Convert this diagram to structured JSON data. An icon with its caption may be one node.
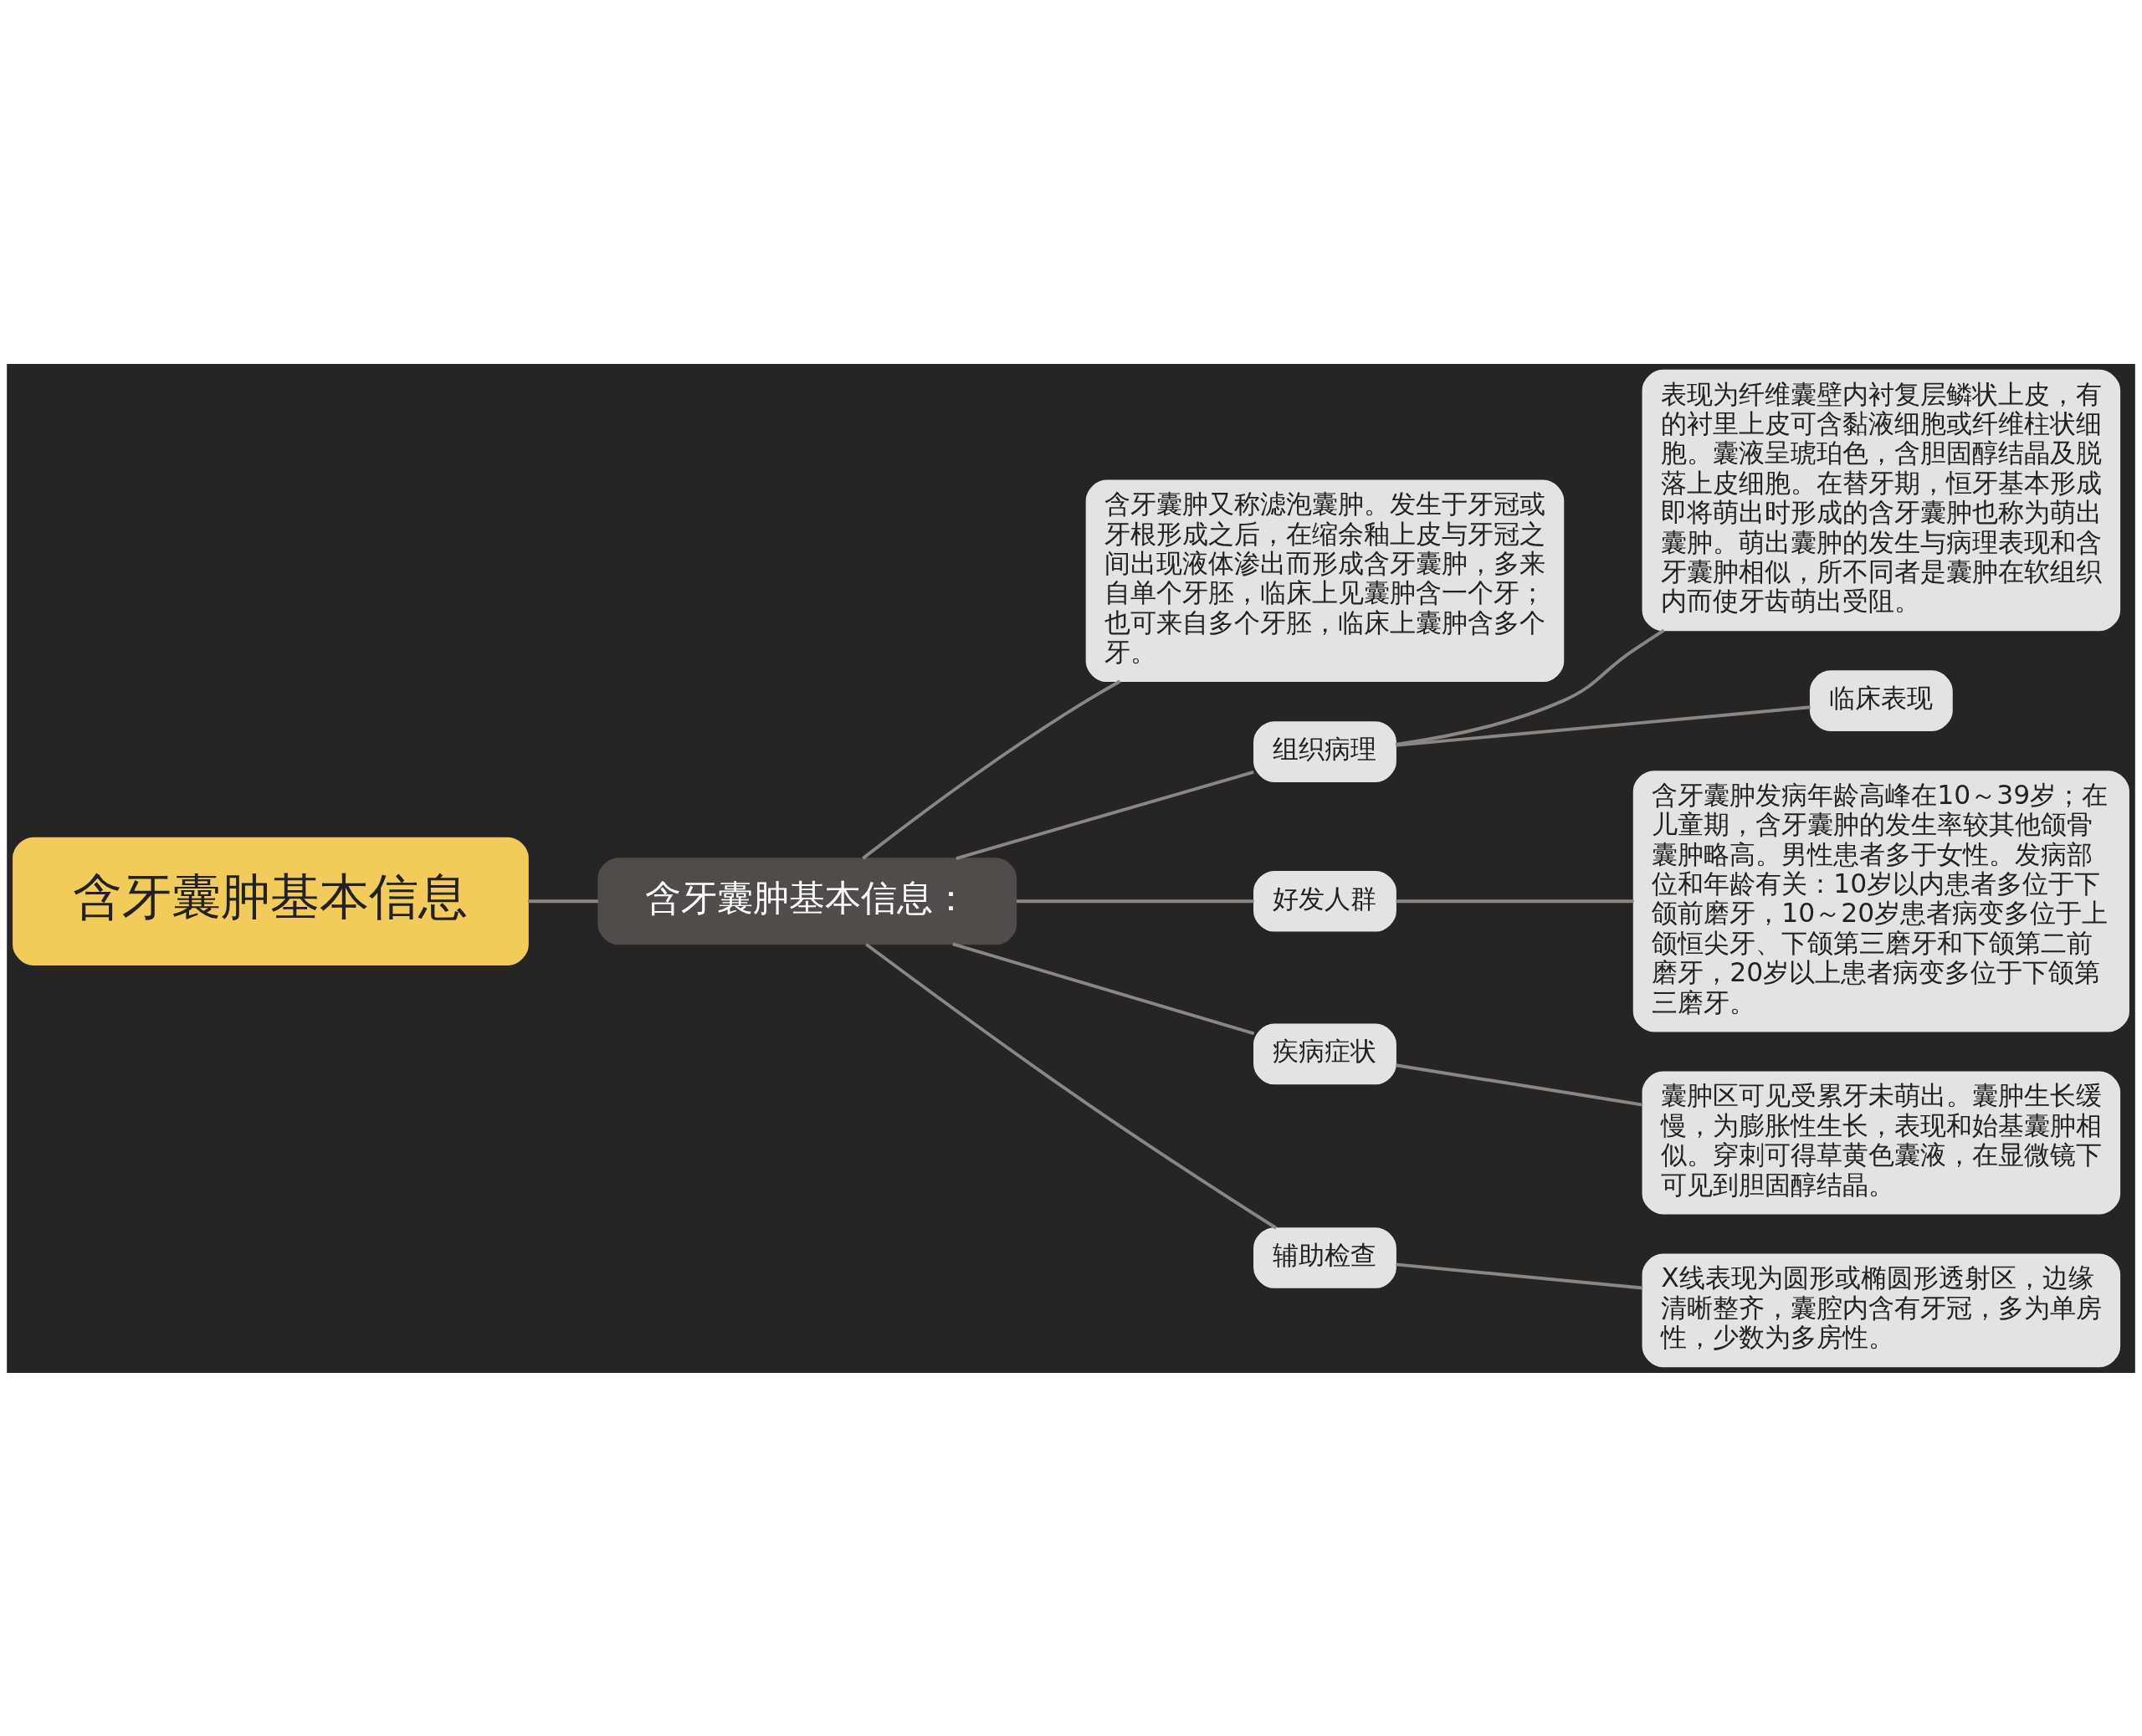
{
  "diagram": {
    "nodes": [
      {
        "text": [
          "含牙囊肿基本信息"
        ]
      },
      {
        "text": [
          "含牙囊肿基本信息："
        ]
      },
      {
        "text": [
          "含牙囊肿又称滤泡囊肿。发生于牙冠或牙根形成之后，在缩余釉上皮与牙冠之间出现液体渗出而形成含牙囊肿，多来自单个牙胚，临床上见囊肿含一个牙；也可来自多个牙胚，临床上囊肿含多个牙。"
        ]
      },
      {
        "text": [
          "组织病理"
        ]
      },
      {
        "text": [
          "表现为纤维囊壁内衬复层鳞状上皮，有的衬里上皮可含黏液细胞或纤维柱状细胞。囊液呈琥珀色，含胆固醇结晶及脱落上皮细胞。在替牙期，恒牙基本形成即将萌出时形成的含牙囊肿也称为萌出囊肿。萌出囊肿的发生与病理表现和含牙囊肿相似，所不同者是囊肿在软组织内而使牙齿萌出受阻。"
        ]
      },
      {
        "text": [
          "临床表现"
        ]
      },
      {
        "text": [
          "好发人群"
        ]
      },
      {
        "text": [
          "含牙囊肿发病年龄高峰在10～39岁；在儿童期，含牙囊肿的发生率较其他颌骨囊肿略高。男性患者多于女性。发病部位和年龄有关：10岁以内患者多位于下颌前磨牙，10～20岁患者病变多位于上颌恒尖牙、下颌第三磨牙和下颌第二前磨牙，20岁以上患者病变多位于下颌第三磨牙。"
        ]
      },
      {
        "text": [
          "疾病症状"
        ]
      },
      {
        "text": [
          "囊肿区可见受累牙未萌出。囊肿生长缓慢，为膨胀性生长，表现和始基囊肿相似。穿刺可得草黄色囊液，在显微镜下可见到胆固醇结晶。"
        ]
      },
      {
        "text": [
          "辅助检查"
        ]
      },
      {
        "text": [
          "X线表现为圆形或椭圆形透射区，边缘清晰整齐，囊腔内含有牙冠，多为单房性，少数为多房性。"
        ]
      }
    ],
    "edges": [
      {
        "from": 0,
        "to": 1,
        "arrow": "none"
      },
      {
        "from": 1,
        "to": 2,
        "arrow": "none"
      },
      {
        "from": 1,
        "to": 3,
        "arrow": "none"
      },
      {
        "from": 3,
        "to": 4,
        "arrow": "none"
      },
      {
        "from": 3,
        "to": 5,
        "arrow": "none"
      },
      {
        "from": 1,
        "to": 6,
        "arrow": "none"
      },
      {
        "from": 6,
        "to": 7,
        "arrow": "none"
      },
      {
        "from": 1,
        "to": 8,
        "arrow": "none"
      },
      {
        "from": 8,
        "to": 9,
        "arrow": "none"
      },
      {
        "from": 1,
        "to": 10,
        "arrow": "none"
      },
      {
        "from": 10,
        "to": 11,
        "arrow": "none"
      }
    ]
  }
}
